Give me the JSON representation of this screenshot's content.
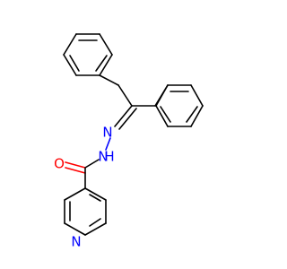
{
  "structure": {
    "atoms": {
      "O": {
        "label": "O",
        "color": "#ff0000"
      },
      "N1": {
        "label": "N",
        "color": "#0000ff"
      },
      "N2": {
        "label": "N",
        "color": "#0000ff"
      },
      "N3": {
        "label": "H",
        "color": "#0000ff"
      },
      "Npy": {
        "label": "N",
        "color": "#0000ff"
      }
    },
    "bond_color": "#000000"
  }
}
